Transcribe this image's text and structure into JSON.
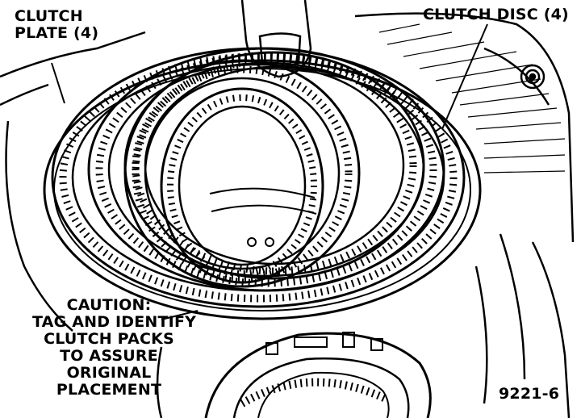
{
  "labels": {
    "clutch_plate_line1": "CLUTCH",
    "clutch_plate_line2": "PLATE (4)",
    "clutch_disc": "CLUTCH DISC (4)",
    "caution_line1": "CAUTION:",
    "caution_line2": "TAG AND IDENTIFY",
    "caution_line3": "CLUTCH PACKS",
    "caution_line4": "TO ASSURE",
    "caution_line5": "ORIGINAL",
    "caution_line6": "PLACEMENT",
    "figure_number": "9221-6"
  },
  "colors": {
    "ink": "#000000",
    "paper": "#ffffff"
  }
}
